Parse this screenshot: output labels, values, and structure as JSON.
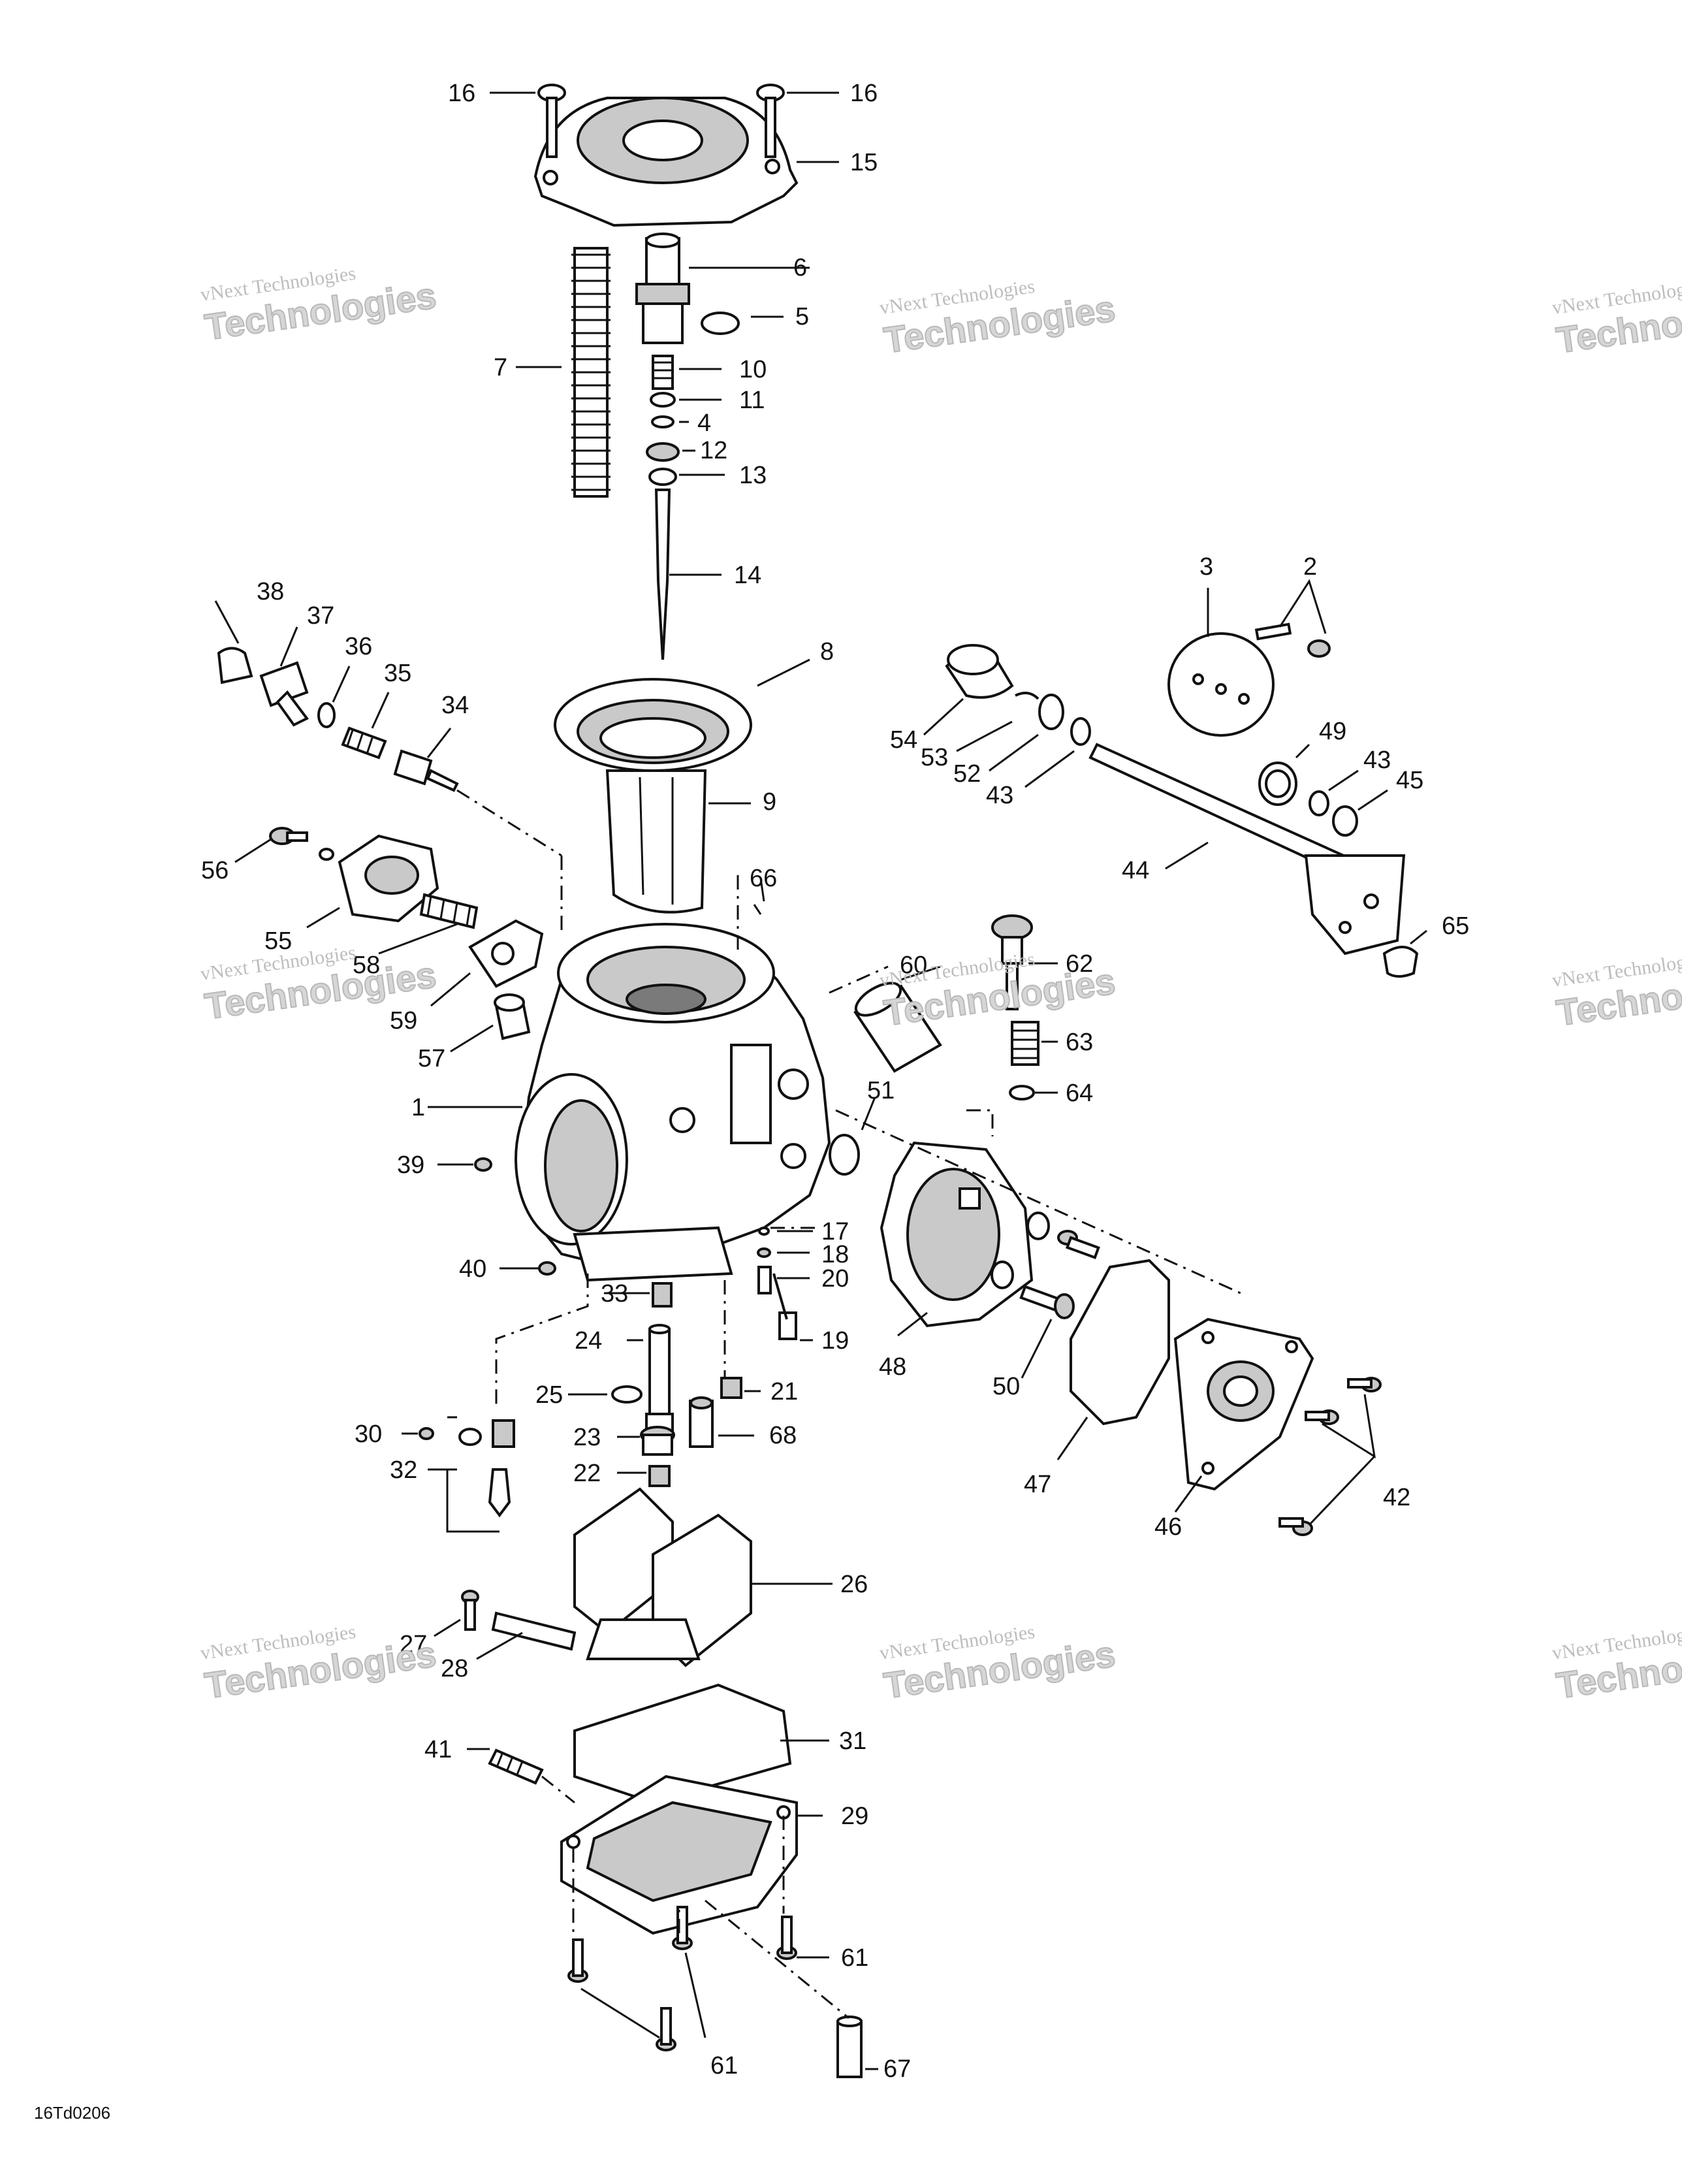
{
  "figure_code": "16Td0206",
  "watermark": {
    "line1": "vNext Technologies",
    "line2": "Technologies",
    "brand": "vNext"
  },
  "labels": [
    "1",
    "2",
    "3",
    "4",
    "5",
    "6",
    "7",
    "8",
    "9",
    "10",
    "11",
    "12",
    "13",
    "14",
    "15",
    "16",
    "17",
    "18",
    "19",
    "20",
    "21",
    "22",
    "23",
    "24",
    "25",
    "26",
    "27",
    "28",
    "29",
    "30",
    "31",
    "32",
    "33",
    "34",
    "35",
    "36",
    "37",
    "38",
    "39",
    "40",
    "41",
    "42",
    "43",
    "44",
    "45",
    "46",
    "47",
    "48",
    "49",
    "50",
    "51",
    "52",
    "53",
    "54",
    "55",
    "56",
    "57",
    "58",
    "59",
    "60",
    "61",
    "62",
    "63",
    "64",
    "65",
    "66",
    "67",
    "68"
  ],
  "colors": {
    "line": "#111111",
    "watermark": "#bdbdbd",
    "background": "#ffffff"
  }
}
